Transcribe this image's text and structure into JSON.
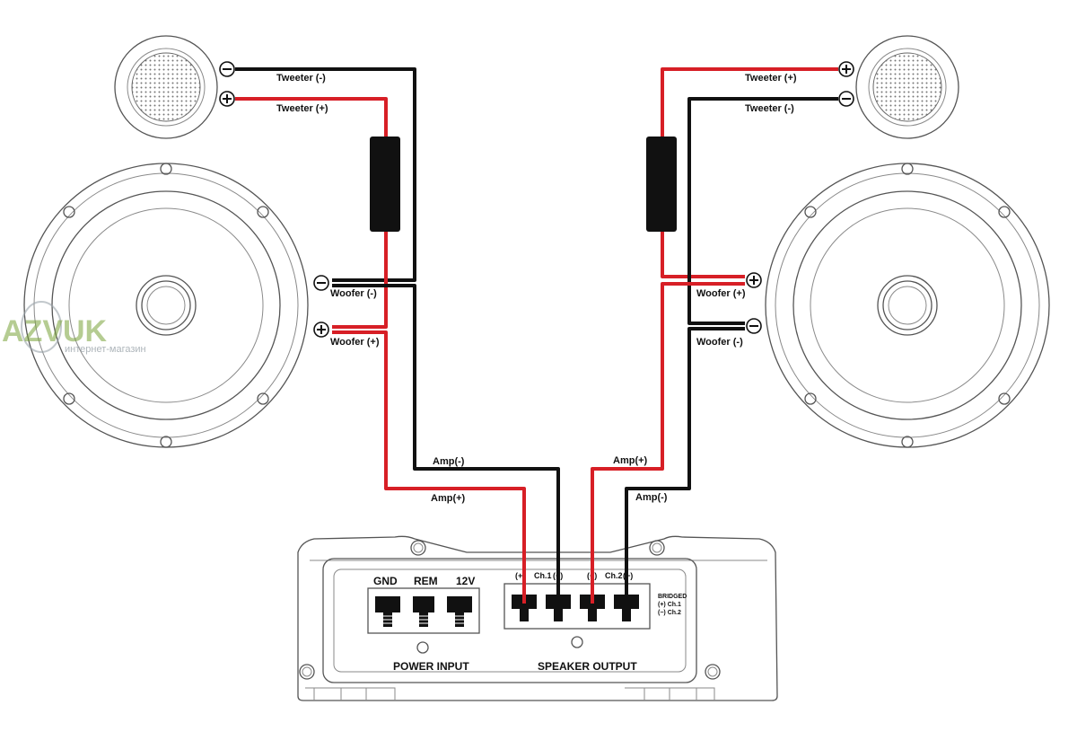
{
  "colors": {
    "positive_wire": "#d71f26",
    "negative_wire": "#111111",
    "outline": "#555555",
    "watermark": "#7aa33a"
  },
  "watermark": {
    "logo": "AZVUK",
    "subtitle": "интернет-магазин"
  },
  "left": {
    "tweeter_neg": "Tweeter (-)",
    "tweeter_pos": "Tweeter (+)",
    "woofer_neg": "Woofer (-)",
    "woofer_pos": "Woofer (+)",
    "amp_neg": "Amp(-)",
    "amp_pos": "Amp(+)"
  },
  "right": {
    "tweeter_pos": "Tweeter (+)",
    "tweeter_neg": "Tweeter (-)",
    "woofer_pos": "Woofer (+)",
    "woofer_neg": "Woofer (-)",
    "amp_pos": "Amp(+)",
    "amp_neg": "Amp(-)"
  },
  "amplifier": {
    "power": {
      "gnd": "GND",
      "rem": "REM",
      "v12": "12V",
      "title": "POWER INPUT"
    },
    "speaker": {
      "ch1_pos": "(+)",
      "ch1": "Ch.1",
      "ch1_neg": "(−)",
      "ch2_pos": "(+)",
      "ch2": "Ch.2",
      "ch2_neg": "(−)",
      "title": "SPEAKER OUTPUT"
    },
    "bridged": {
      "title": "BRIDGED",
      "line1": "(+) Ch.1",
      "line2": "(−) Ch.2"
    }
  },
  "icons": [
    "plus-terminal-icon",
    "minus-terminal-icon",
    "crossover-icon",
    "screw-terminal-icon"
  ]
}
